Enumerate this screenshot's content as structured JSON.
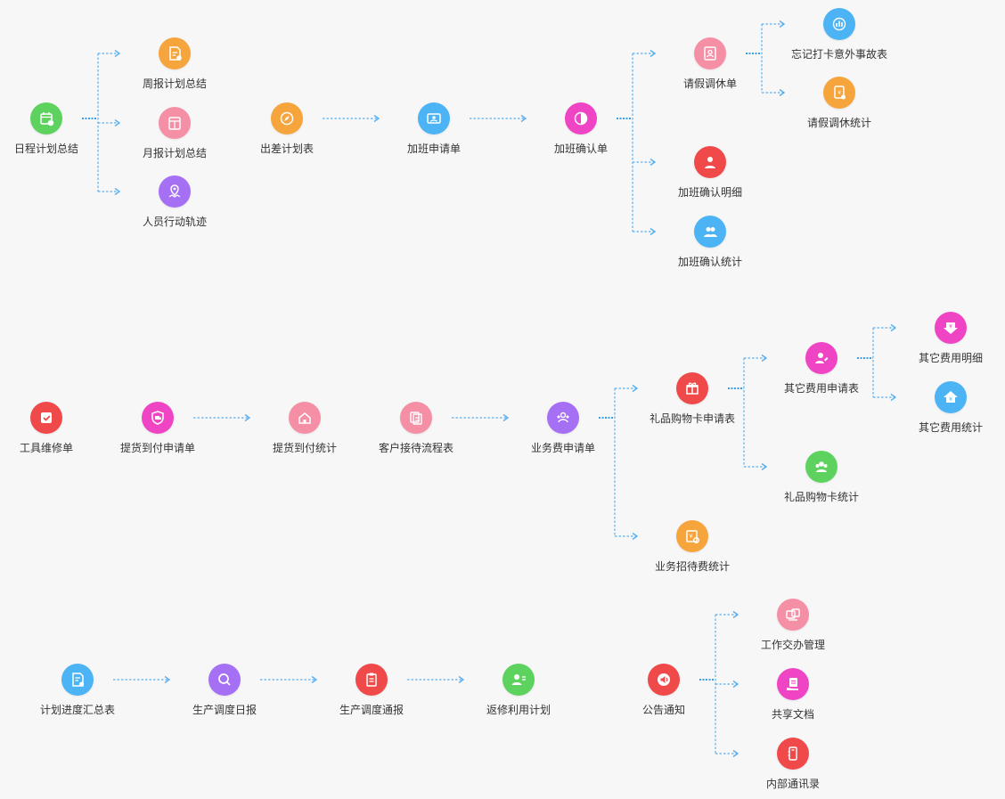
{
  "colors": {
    "connector": "#3aa0e6",
    "connector_arrow": "#5ab0ee",
    "green": "#5ed25e",
    "orange": "#f6a43c",
    "pink": "#f58fa6",
    "purple": "#a670f5",
    "blue": "#4cb3f5",
    "magenta": "#ef45c5",
    "red": "#f04949"
  },
  "nodes": [
    {
      "id": "n1",
      "label": "日程计划总结",
      "color": "green",
      "icon": "calendar-icon"
    },
    {
      "id": "n2",
      "label": "周报计划总结",
      "color": "orange",
      "icon": "document-icon"
    },
    {
      "id": "n3",
      "label": "月报计划总结",
      "color": "pink",
      "icon": "report-icon"
    },
    {
      "id": "n4",
      "label": "人员行动轨迹",
      "color": "purple",
      "icon": "location-icon"
    },
    {
      "id": "n5",
      "label": "出差计划表",
      "color": "orange",
      "icon": "compass-icon"
    },
    {
      "id": "n6",
      "label": "加班申请单",
      "color": "blue",
      "icon": "id-card-icon"
    },
    {
      "id": "n7",
      "label": "加班确认单",
      "color": "magenta",
      "icon": "half-circle-icon"
    },
    {
      "id": "n8",
      "label": "请假调休单",
      "color": "pink",
      "icon": "portrait-icon"
    },
    {
      "id": "n9",
      "label": "忘记打卡意外事故表",
      "color": "blue",
      "icon": "bar-chart-icon"
    },
    {
      "id": "n10",
      "label": "请假调休统计",
      "color": "orange",
      "icon": "stats-doc-icon"
    },
    {
      "id": "n11",
      "label": "加班确认明细",
      "color": "red",
      "icon": "user-icon"
    },
    {
      "id": "n12",
      "label": "加班确认统计",
      "color": "blue",
      "icon": "users-icon"
    },
    {
      "id": "n13",
      "label": "工具维修单",
      "color": "red",
      "icon": "checkbox-icon"
    },
    {
      "id": "n14",
      "label": "提货到付申请单",
      "color": "magenta",
      "icon": "truck-shield-icon"
    },
    {
      "id": "n15",
      "label": "提货到付统计",
      "color": "pink",
      "icon": "house-icon"
    },
    {
      "id": "n16",
      "label": "客户接待流程表",
      "color": "pink",
      "icon": "copy-docs-icon"
    },
    {
      "id": "n17",
      "label": "业务费申请单",
      "color": "purple",
      "icon": "team-icon"
    },
    {
      "id": "n18",
      "label": "礼品购物卡申请表",
      "color": "red",
      "icon": "gift-icon"
    },
    {
      "id": "n19",
      "label": "其它费用申请表",
      "color": "magenta",
      "icon": "user-edit-icon"
    },
    {
      "id": "n20",
      "label": "其它费用明细",
      "color": "magenta",
      "icon": "yen-down-icon"
    },
    {
      "id": "n21",
      "label": "其它费用统计",
      "color": "blue",
      "icon": "yen-up-icon"
    },
    {
      "id": "n22",
      "label": "礼品购物卡统计",
      "color": "green",
      "icon": "group-icon"
    },
    {
      "id": "n23",
      "label": "业务招待费统计",
      "color": "orange",
      "icon": "invoice-icon"
    },
    {
      "id": "n24",
      "label": "计划进度汇总表",
      "color": "blue",
      "icon": "schedule-doc-icon"
    },
    {
      "id": "n25",
      "label": "生产调度日报",
      "color": "purple",
      "icon": "search-icon"
    },
    {
      "id": "n26",
      "label": "生产调度通报",
      "color": "red",
      "icon": "clipboard-icon"
    },
    {
      "id": "n27",
      "label": "返修利用计划",
      "color": "green",
      "icon": "user-list-icon"
    },
    {
      "id": "n28",
      "label": "公告通知",
      "color": "red",
      "icon": "speaker-icon"
    },
    {
      "id": "n29",
      "label": "工作交办管理",
      "color": "pink",
      "icon": "transfer-icon"
    },
    {
      "id": "n30",
      "label": "共享文档",
      "color": "magenta",
      "icon": "hand-doc-icon"
    },
    {
      "id": "n31",
      "label": "内部通讯录",
      "color": "red",
      "icon": "phone-book-icon"
    }
  ],
  "edges": [
    [
      "n1",
      "n2"
    ],
    [
      "n1",
      "n3"
    ],
    [
      "n1",
      "n4"
    ],
    [
      "n5",
      "n6"
    ],
    [
      "n6",
      "n7"
    ],
    [
      "n7",
      "n8"
    ],
    [
      "n7",
      "n11"
    ],
    [
      "n7",
      "n12"
    ],
    [
      "n8",
      "n9"
    ],
    [
      "n8",
      "n10"
    ],
    [
      "n14",
      "n15"
    ],
    [
      "n16",
      "n17"
    ],
    [
      "n17",
      "n18"
    ],
    [
      "n17",
      "n23"
    ],
    [
      "n18",
      "n19"
    ],
    [
      "n18",
      "n22"
    ],
    [
      "n19",
      "n20"
    ],
    [
      "n19",
      "n21"
    ],
    [
      "n24",
      "n25"
    ],
    [
      "n25",
      "n26"
    ],
    [
      "n26",
      "n27"
    ],
    [
      "n28",
      "n29"
    ],
    [
      "n28",
      "n30"
    ],
    [
      "n28",
      "n31"
    ]
  ]
}
